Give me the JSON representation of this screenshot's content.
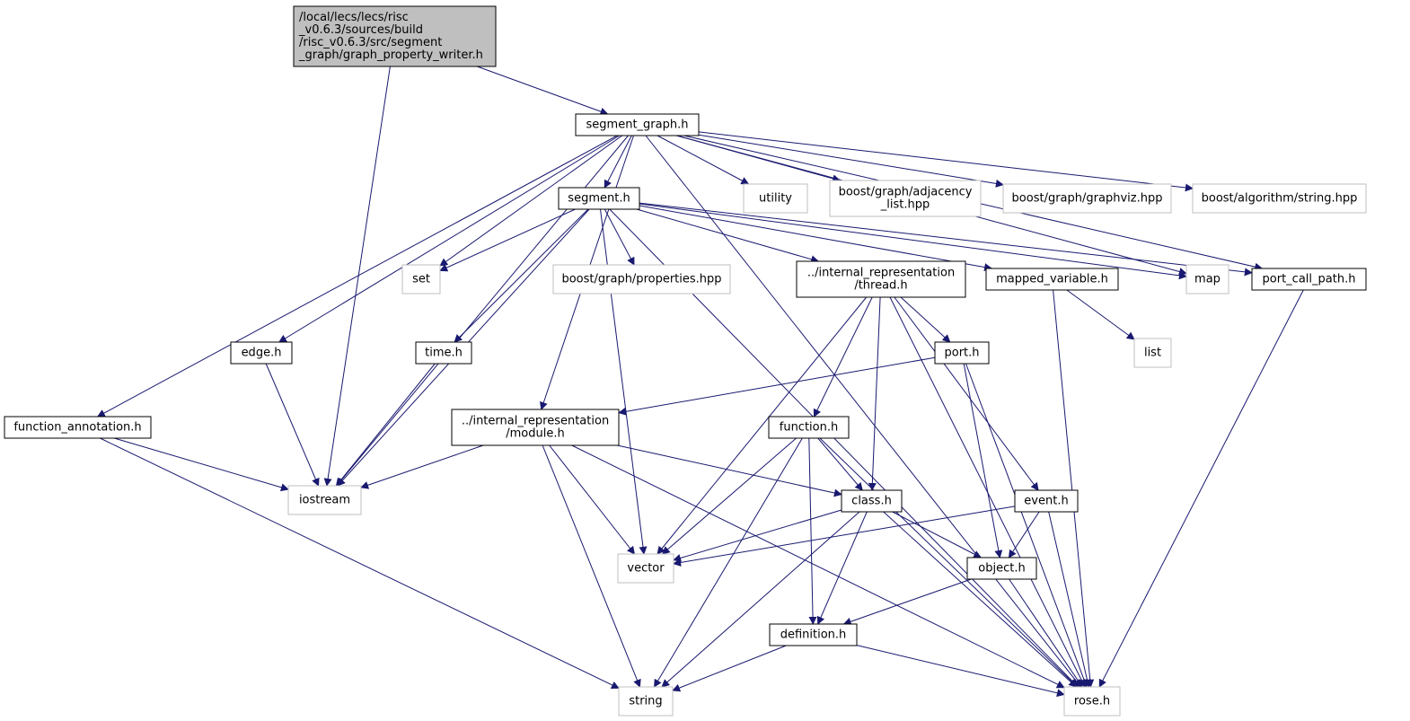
{
  "nodes": [
    {
      "id": "root",
      "kind": "root",
      "lines": [
        "/local/lecs/lecs/risc",
        "_v0.6.3/sources/build",
        "/risc_v0.6.3/src/segment",
        "_graph/graph_property_writer.h"
      ]
    },
    {
      "id": "segment_graph",
      "kind": "file",
      "lines": [
        "segment_graph.h"
      ]
    },
    {
      "id": "segment",
      "kind": "file",
      "lines": [
        "segment.h"
      ]
    },
    {
      "id": "utility",
      "kind": "system",
      "lines": [
        "utility"
      ]
    },
    {
      "id": "adjacency_list",
      "kind": "system",
      "lines": [
        "boost/graph/adjacency",
        "_list.hpp"
      ]
    },
    {
      "id": "graphviz",
      "kind": "system",
      "lines": [
        "boost/graph/graphviz.hpp"
      ]
    },
    {
      "id": "algorithm_string",
      "kind": "system",
      "lines": [
        "boost/algorithm/string.hpp"
      ]
    },
    {
      "id": "set",
      "kind": "system",
      "lines": [
        "set"
      ]
    },
    {
      "id": "properties",
      "kind": "system",
      "lines": [
        "boost/graph/properties.hpp"
      ]
    },
    {
      "id": "thread",
      "kind": "file",
      "lines": [
        "../internal_representation",
        "/thread.h"
      ]
    },
    {
      "id": "mapped_variable",
      "kind": "file",
      "lines": [
        "mapped_variable.h"
      ]
    },
    {
      "id": "map",
      "kind": "system",
      "lines": [
        "map"
      ]
    },
    {
      "id": "port_call_path",
      "kind": "file",
      "lines": [
        "port_call_path.h"
      ]
    },
    {
      "id": "edge",
      "kind": "file",
      "lines": [
        "edge.h"
      ]
    },
    {
      "id": "time",
      "kind": "file",
      "lines": [
        "time.h"
      ]
    },
    {
      "id": "port",
      "kind": "file",
      "lines": [
        "port.h"
      ]
    },
    {
      "id": "list",
      "kind": "system",
      "lines": [
        "list"
      ]
    },
    {
      "id": "function_annotation",
      "kind": "file",
      "lines": [
        "function_annotation.h"
      ]
    },
    {
      "id": "module",
      "kind": "file",
      "lines": [
        "../internal_representation",
        "/module.h"
      ]
    },
    {
      "id": "function",
      "kind": "file",
      "lines": [
        "function.h"
      ]
    },
    {
      "id": "iostream",
      "kind": "system",
      "lines": [
        "iostream"
      ]
    },
    {
      "id": "class",
      "kind": "file",
      "lines": [
        "class.h"
      ]
    },
    {
      "id": "event",
      "kind": "file",
      "lines": [
        "event.h"
      ]
    },
    {
      "id": "vector",
      "kind": "system",
      "lines": [
        "vector"
      ]
    },
    {
      "id": "object",
      "kind": "file",
      "lines": [
        "object.h"
      ]
    },
    {
      "id": "definition",
      "kind": "file",
      "lines": [
        "definition.h"
      ]
    },
    {
      "id": "string",
      "kind": "system",
      "lines": [
        "string"
      ]
    },
    {
      "id": "rose",
      "kind": "system",
      "lines": [
        "rose.h"
      ]
    }
  ],
  "edges": [
    {
      "from": "root",
      "to": "segment_graph"
    },
    {
      "from": "root",
      "to": "iostream"
    },
    {
      "from": "segment_graph",
      "to": "segment"
    },
    {
      "from": "segment_graph",
      "to": "utility"
    },
    {
      "from": "segment_graph",
      "to": "adjacency_list"
    },
    {
      "from": "segment_graph",
      "to": "graphviz"
    },
    {
      "from": "segment_graph",
      "to": "algorithm_string"
    },
    {
      "from": "segment_graph",
      "to": "rose"
    },
    {
      "from": "segment_graph",
      "to": "set"
    },
    {
      "from": "segment_graph",
      "to": "edge"
    },
    {
      "from": "segment_graph",
      "to": "function_annotation"
    },
    {
      "from": "segment_graph",
      "to": "iostream"
    },
    {
      "from": "segment_graph",
      "to": "module"
    },
    {
      "from": "segment_graph",
      "to": "map"
    },
    {
      "from": "segment_graph",
      "to": "port_call_path"
    },
    {
      "from": "segment",
      "to": "set"
    },
    {
      "from": "segment",
      "to": "properties"
    },
    {
      "from": "segment",
      "to": "thread"
    },
    {
      "from": "segment",
      "to": "mapped_variable"
    },
    {
      "from": "segment",
      "to": "map"
    },
    {
      "from": "segment",
      "to": "port_call_path"
    },
    {
      "from": "segment",
      "to": "time"
    },
    {
      "from": "segment",
      "to": "iostream"
    },
    {
      "from": "segment",
      "to": "vector"
    },
    {
      "from": "segment",
      "to": "rose"
    },
    {
      "from": "thread",
      "to": "port"
    },
    {
      "from": "thread",
      "to": "function"
    },
    {
      "from": "thread",
      "to": "class"
    },
    {
      "from": "thread",
      "to": "event"
    },
    {
      "from": "thread",
      "to": "vector"
    },
    {
      "from": "thread",
      "to": "rose"
    },
    {
      "from": "mapped_variable",
      "to": "list"
    },
    {
      "from": "mapped_variable",
      "to": "rose"
    },
    {
      "from": "port_call_path",
      "to": "rose"
    },
    {
      "from": "edge",
      "to": "iostream"
    },
    {
      "from": "time",
      "to": "iostream"
    },
    {
      "from": "port",
      "to": "module"
    },
    {
      "from": "port",
      "to": "object"
    },
    {
      "from": "port",
      "to": "rose"
    },
    {
      "from": "function_annotation",
      "to": "iostream"
    },
    {
      "from": "function_annotation",
      "to": "string"
    },
    {
      "from": "module",
      "to": "iostream"
    },
    {
      "from": "module",
      "to": "class"
    },
    {
      "from": "module",
      "to": "vector"
    },
    {
      "from": "module",
      "to": "string"
    },
    {
      "from": "module",
      "to": "rose"
    },
    {
      "from": "function",
      "to": "class"
    },
    {
      "from": "function",
      "to": "vector"
    },
    {
      "from": "function",
      "to": "string"
    },
    {
      "from": "function",
      "to": "definition"
    },
    {
      "from": "function",
      "to": "rose"
    },
    {
      "from": "class",
      "to": "vector"
    },
    {
      "from": "class",
      "to": "object"
    },
    {
      "from": "class",
      "to": "definition"
    },
    {
      "from": "class",
      "to": "string"
    },
    {
      "from": "class",
      "to": "rose"
    },
    {
      "from": "event",
      "to": "vector"
    },
    {
      "from": "event",
      "to": "object"
    },
    {
      "from": "event",
      "to": "rose"
    },
    {
      "from": "object",
      "to": "definition"
    },
    {
      "from": "object",
      "to": "rose"
    },
    {
      "from": "definition",
      "to": "string"
    },
    {
      "from": "definition",
      "to": "rose"
    }
  ],
  "colors": {
    "edge": "#191970",
    "file_border": "#000000",
    "system_border": "#bfbfbf",
    "root_fill": "#bfbfbf",
    "node_fill": "#ffffff",
    "text": "#000000"
  }
}
